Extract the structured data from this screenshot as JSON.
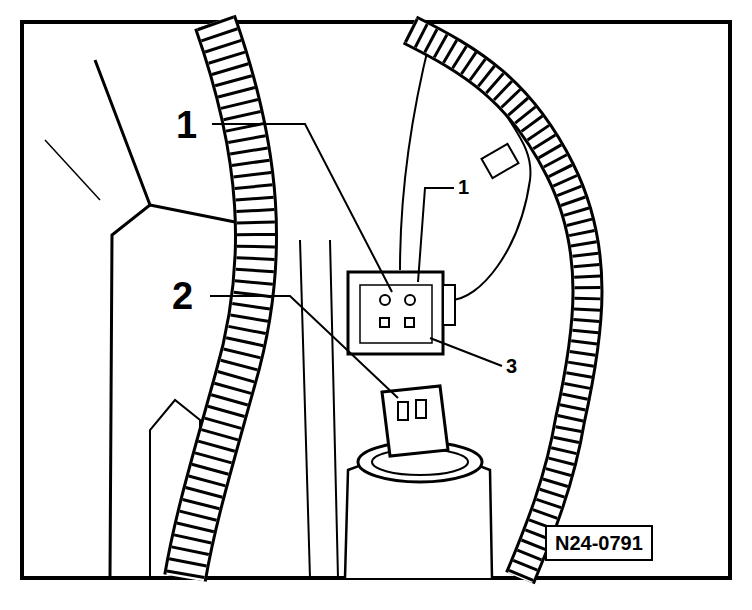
{
  "diagram": {
    "nodes": [
      {
        "text": [
          "N24-0791"
        ]
      }
    ],
    "labels": [
      "1",
      "2",
      "1",
      "3"
    ]
  }
}
